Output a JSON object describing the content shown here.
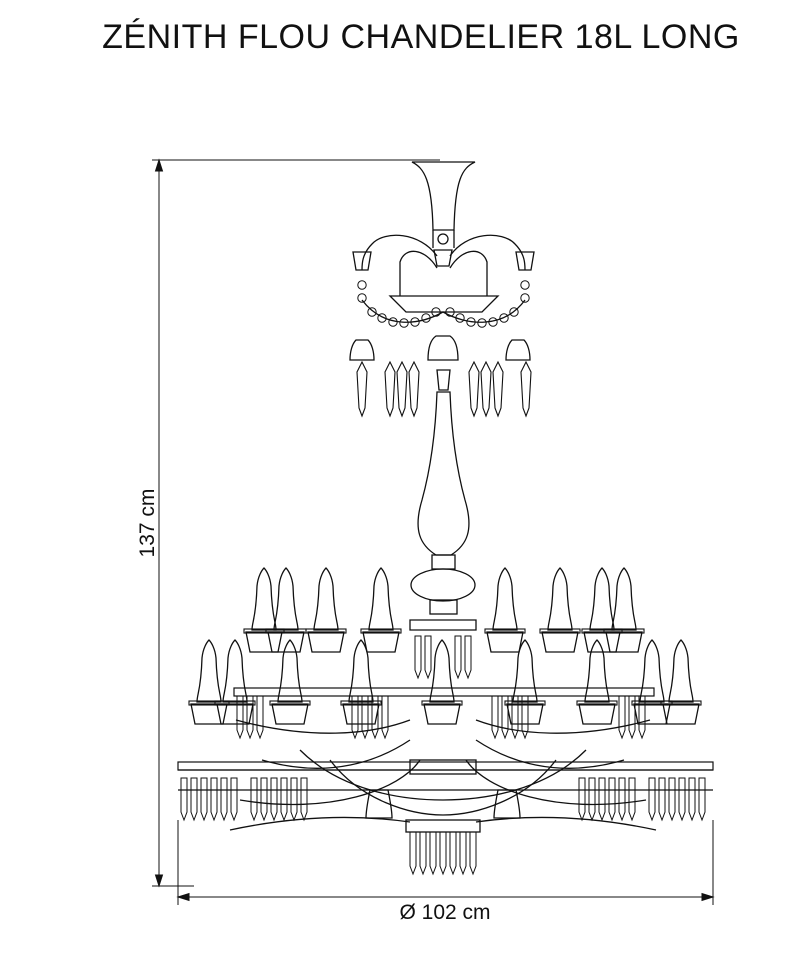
{
  "title": "ZÉNITH FLOU CHANDELIER 18L LONG",
  "dimensions": {
    "height_label": "137 cm",
    "diameter_label": "Ø 102 cm"
  },
  "line_color": "#111111"
}
